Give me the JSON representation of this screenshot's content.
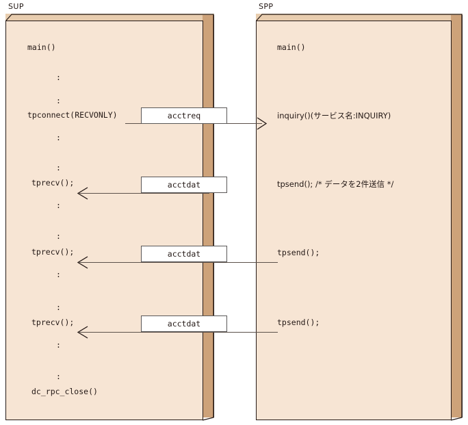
{
  "diagram": {
    "type": "sequence-diagram",
    "background": "#ffffff",
    "colors": {
      "panel_face": "#F7E5D4",
      "panel_side": "#CDA279",
      "panel_bevel": "#E8CDAF",
      "outline": "#231815",
      "arrow": "#5B5049",
      "box_border": "#595757",
      "box_fill": "#FFFFFF"
    }
  },
  "panels": {
    "left": {
      "label": "SUP",
      "lines": [
        "main()",
        ":",
        ":",
        "tpconnect(RECVONLY)",
        ":",
        ":",
        "tprecv();",
        ":",
        ":",
        "tprecv();",
        ":",
        ":",
        "tprecv();",
        ":",
        ":",
        "dc_rpc_close()"
      ]
    },
    "right": {
      "label": "SPP",
      "lines": [
        "main()",
        "inquiry()(サービス名:INQUIRY)",
        "tpsend(); /*  データを2件送信  */",
        "tpsend();",
        "tpsend();"
      ]
    }
  },
  "messages": [
    {
      "label": "acctreq",
      "direction": "left-to-right"
    },
    {
      "label": "acctdat",
      "direction": "right-to-left"
    },
    {
      "label": "acctdat",
      "direction": "right-to-left"
    },
    {
      "label": "acctdat",
      "direction": "right-to-left"
    }
  ]
}
